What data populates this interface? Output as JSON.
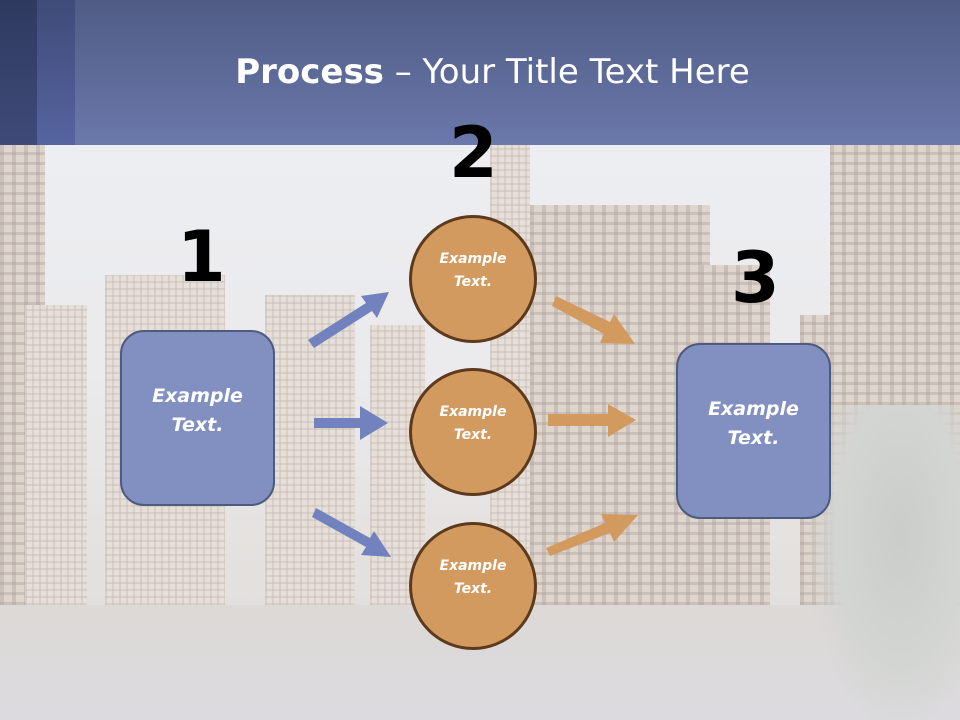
{
  "slide": {
    "title_bold": "Process",
    "title_rest": " – Your Title Text Here"
  },
  "steps": [
    {
      "number": "1",
      "label": "Example Text."
    },
    {
      "number": "2",
      "label": "Example Text."
    },
    {
      "number": "3",
      "label": "Example Text."
    }
  ],
  "circles": [
    {
      "line1": "Example",
      "line2": "Text."
    },
    {
      "line1": "Example",
      "line2": "Text."
    },
    {
      "line1": "Example",
      "line2": "Text."
    }
  ],
  "boxes": [
    {
      "line1": "Example",
      "line2": "Text."
    },
    {
      "line1": "Example",
      "line2": "Text."
    }
  ],
  "colors": {
    "header_top": "#505c85",
    "header_bottom": "#6a78ab",
    "box_fill": "#8190c0",
    "box_border": "#4f5a7f",
    "circle_fill": "#d39a60",
    "circle_border": "#5d3a1c",
    "arrow_blue": "#7282be",
    "arrow_orange": "#d39a60"
  }
}
